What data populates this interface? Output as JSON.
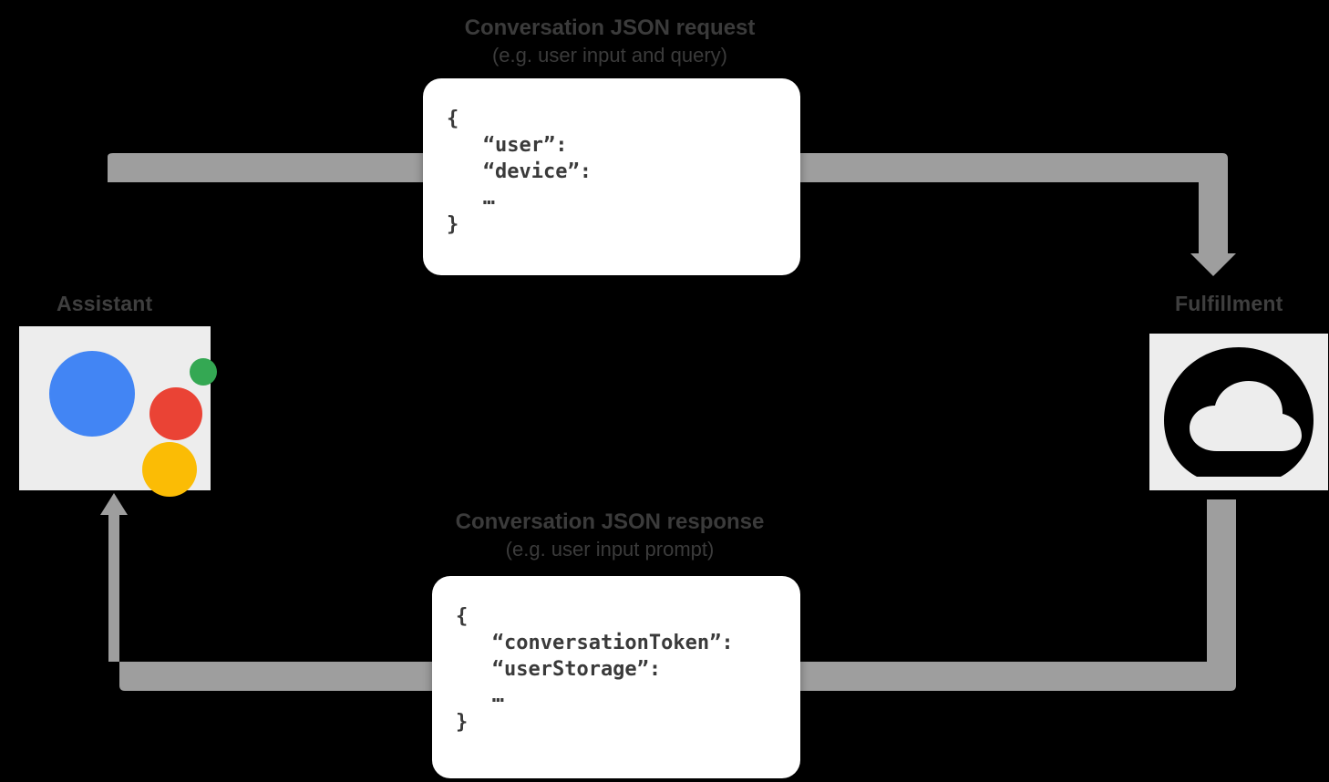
{
  "diagram": {
    "type": "flow",
    "background_color": "#000000",
    "band_color": "#9e9e9e",
    "card_color": "#ffffff",
    "tile_color": "#ededed",
    "nodes": [
      {
        "id": "assistant",
        "caption": "Assistant",
        "icon": "google-assistant-logo",
        "colors": {
          "blue": "#4285F4",
          "red": "#EA4335",
          "yellow": "#FBBC05",
          "green": "#34A853"
        }
      },
      {
        "id": "fulfillment",
        "caption": "Fulfillment",
        "icon": "cloud-icon",
        "colors": {
          "glyph": "#000000",
          "cutout": "#ededed"
        }
      }
    ],
    "flows": [
      {
        "id": "request",
        "direction": "assistant-to-fulfillment",
        "title": "Conversation JSON request",
        "subtitle": "(e.g. user input and query)"
      },
      {
        "id": "response",
        "direction": "fulfillment-to-assistant",
        "title": "Conversation JSON response",
        "subtitle": "(e.g. user input prompt)"
      }
    ],
    "payloads": [
      {
        "id": "request-payload",
        "lines": [
          "{",
          "   “user”:",
          "   “device”:",
          "   …",
          "}"
        ]
      },
      {
        "id": "response-payload",
        "lines": [
          "{",
          "   “conversationToken”:",
          "   “userStorage”:",
          "   …",
          "}"
        ]
      }
    ]
  }
}
